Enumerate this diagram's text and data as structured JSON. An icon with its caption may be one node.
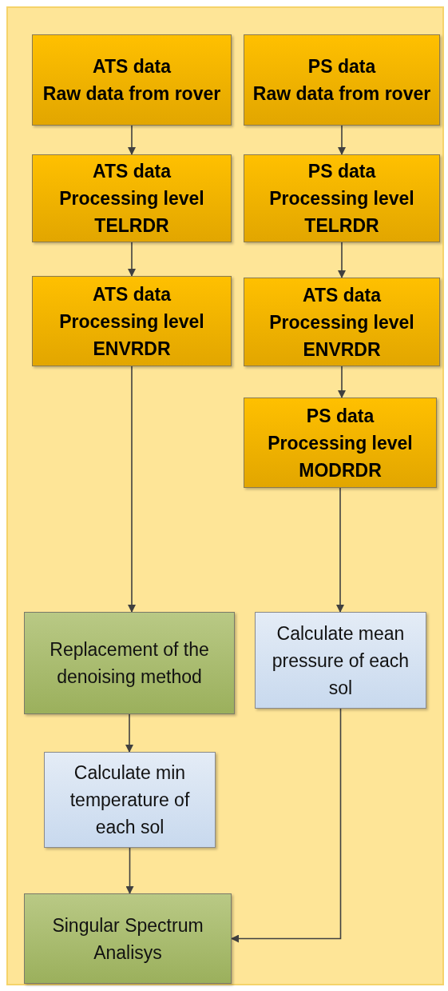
{
  "diagram": {
    "nodes": [
      {
        "text": [
          "ATS data",
          "Raw data from rover"
        ]
      },
      {
        "text": [
          "PS data",
          "Raw data from rover"
        ]
      },
      {
        "text": [
          "ATS data",
          "Processing level TELRDR"
        ]
      },
      {
        "text": [
          "PS data",
          "Processing level TELRDR"
        ]
      },
      {
        "text": [
          "ATS data",
          "Processing level ENVRDR"
        ]
      },
      {
        "text": [
          "ATS data",
          "Processing level ENVRDR"
        ]
      },
      {
        "text": [
          "PS data",
          "Processing level MODRDR"
        ]
      },
      {
        "text": [
          "Replacement of the denoising method"
        ]
      },
      {
        "text": [
          "Calculate mean pressure of each sol"
        ]
      },
      {
        "text": [
          "Calculate min temperature of each sol"
        ]
      },
      {
        "text": [
          "Singular Spectrum Analisys"
        ]
      }
    ],
    "edges": [
      {
        "from": 0,
        "to": 2,
        "arrow": "to"
      },
      {
        "from": 2,
        "to": 4,
        "arrow": "to"
      },
      {
        "from": 4,
        "to": 7,
        "arrow": "to"
      },
      {
        "from": 7,
        "to": 9,
        "arrow": "to"
      },
      {
        "from": 9,
        "to": 10,
        "arrow": "to"
      },
      {
        "from": 1,
        "to": 3,
        "arrow": "to"
      },
      {
        "from": 3,
        "to": 5,
        "arrow": "to"
      },
      {
        "from": 5,
        "to": 6,
        "arrow": "to"
      },
      {
        "from": 6,
        "to": 8,
        "arrow": "to"
      },
      {
        "from": 8,
        "to": 10,
        "arrow": "to"
      }
    ]
  }
}
